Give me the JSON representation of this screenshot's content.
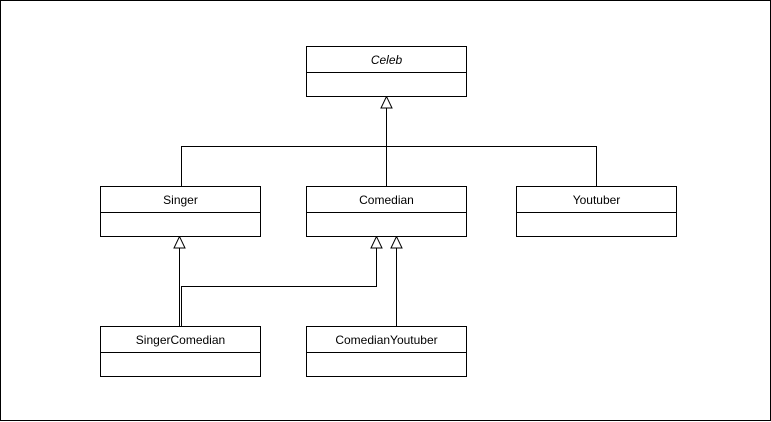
{
  "colors": {
    "stroke": "#000000",
    "fill": "#ffffff"
  },
  "classes": {
    "celeb": {
      "name": "Celeb",
      "abstract": true
    },
    "singer": {
      "name": "Singer"
    },
    "comedian": {
      "name": "Comedian"
    },
    "youtuber": {
      "name": "Youtuber"
    },
    "singer_comedian": {
      "name": "SingerComedian"
    },
    "comedian_youtuber": {
      "name": "ComedianYoutuber"
    }
  },
  "relationships": [
    {
      "type": "generalization",
      "from": "Singer",
      "to": "Celeb"
    },
    {
      "type": "generalization",
      "from": "Comedian",
      "to": "Celeb"
    },
    {
      "type": "generalization",
      "from": "Youtuber",
      "to": "Celeb"
    },
    {
      "type": "generalization",
      "from": "SingerComedian",
      "to": "Singer"
    },
    {
      "type": "generalization",
      "from": "SingerComedian",
      "to": "Comedian"
    },
    {
      "type": "generalization",
      "from": "ComedianYoutuber",
      "to": "Comedian"
    }
  ]
}
